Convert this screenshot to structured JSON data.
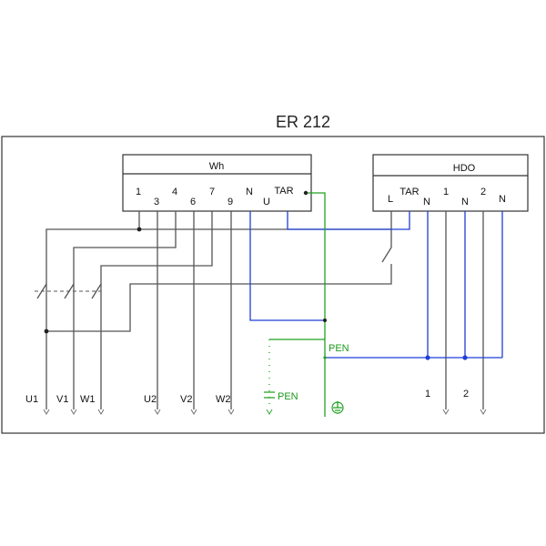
{
  "title": "ER 212",
  "meter": {
    "label": "Wh",
    "top_terminals": [
      "1",
      "4",
      "7",
      "N",
      "TAR"
    ],
    "bottom_terminals": [
      "3",
      "6",
      "9",
      "U"
    ]
  },
  "hdo": {
    "label": "HDO",
    "terminals": [
      "L",
      "TAR",
      "N",
      "1",
      "N",
      "2",
      "N"
    ]
  },
  "pen_labels": [
    "PEN",
    "PEN"
  ],
  "supply_labels": [
    "U1",
    "V1",
    "W1"
  ],
  "load_labels": [
    "U2",
    "V2",
    "W2"
  ],
  "output_labels": [
    "1",
    "2"
  ],
  "colors": {
    "wire": "#555555",
    "neutral_wire": "#1f3fd6",
    "pen_wire": "#22a022"
  }
}
